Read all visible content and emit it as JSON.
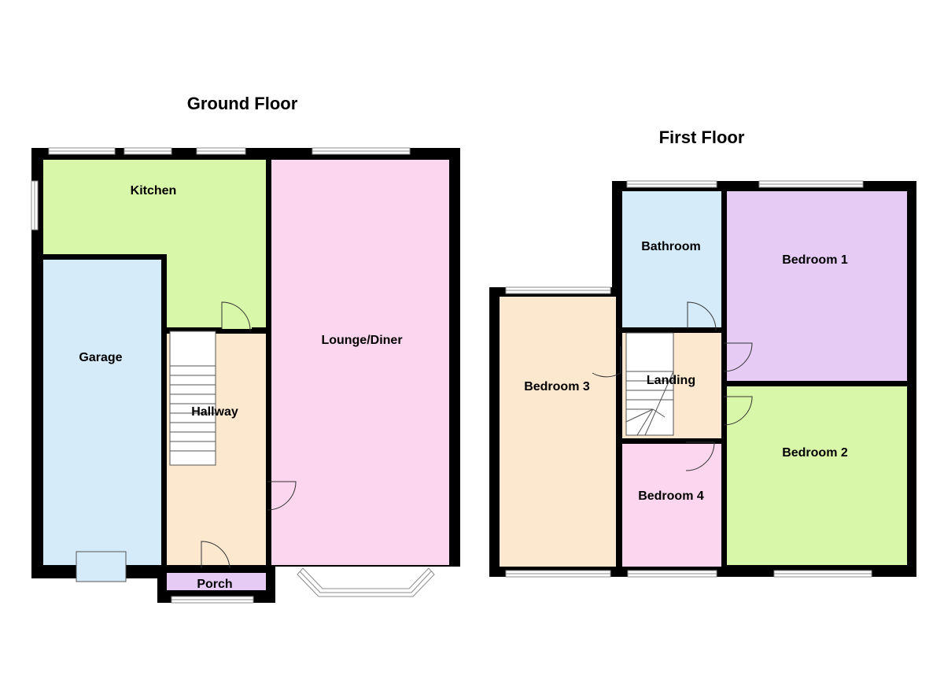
{
  "floors": [
    {
      "title": "Ground Floor",
      "rooms": [
        {
          "name": "Kitchen",
          "color": "#d9f7a8"
        },
        {
          "name": "Garage",
          "color": "#d6ebfa"
        },
        {
          "name": "Hallway",
          "color": "#fce8cf"
        },
        {
          "name": "Lounge/Diner",
          "color": "#fcd6ee"
        },
        {
          "name": "Porch",
          "color": "#e6ccf5"
        }
      ]
    },
    {
      "title": "First Floor",
      "rooms": [
        {
          "name": "Bathroom",
          "color": "#d6ebfa"
        },
        {
          "name": "Bedroom 1",
          "color": "#e6ccf5"
        },
        {
          "name": "Bedroom 3",
          "color": "#fce8cf"
        },
        {
          "name": "Landing",
          "color": "#fce8cf"
        },
        {
          "name": "Bedroom 2",
          "color": "#d9f7a8"
        },
        {
          "name": "Bedroom 4",
          "color": "#fcd6ee"
        }
      ]
    }
  ]
}
